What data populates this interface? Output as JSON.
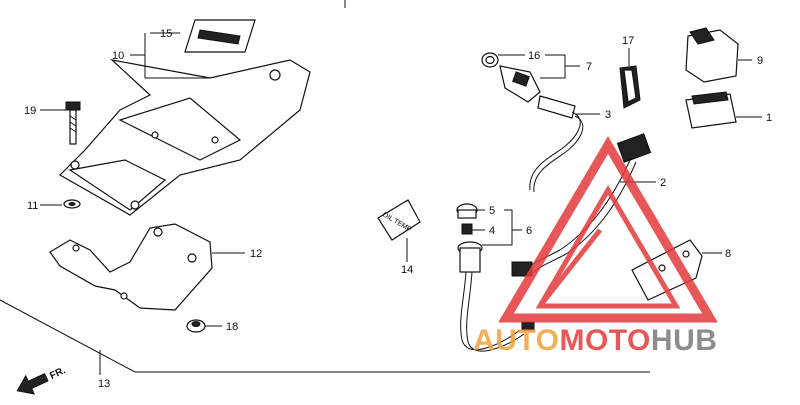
{
  "callouts": {
    "c1": "1",
    "c2": "2",
    "c3": "3",
    "c4": "4",
    "c5": "5",
    "c6": "6",
    "c7": "7",
    "c8": "8",
    "c9": "9",
    "c10": "10",
    "c11": "11",
    "c12": "12",
    "c13": "13",
    "c14": "14",
    "c15": "15",
    "c16": "16",
    "c17": "17",
    "c18": "18",
    "c19": "19"
  },
  "direction": {
    "arrow_label": "FR."
  },
  "decal_14": {
    "text": "OIL TEMP"
  },
  "watermark": {
    "part1": "AUTO",
    "part2": "MOTO",
    "part3": "HUB"
  },
  "colors": {
    "line": "#111111",
    "watermark_red": "#e43a3a",
    "watermark_orange": "#f2a23a",
    "watermark_gray": "#7a7a7a"
  }
}
